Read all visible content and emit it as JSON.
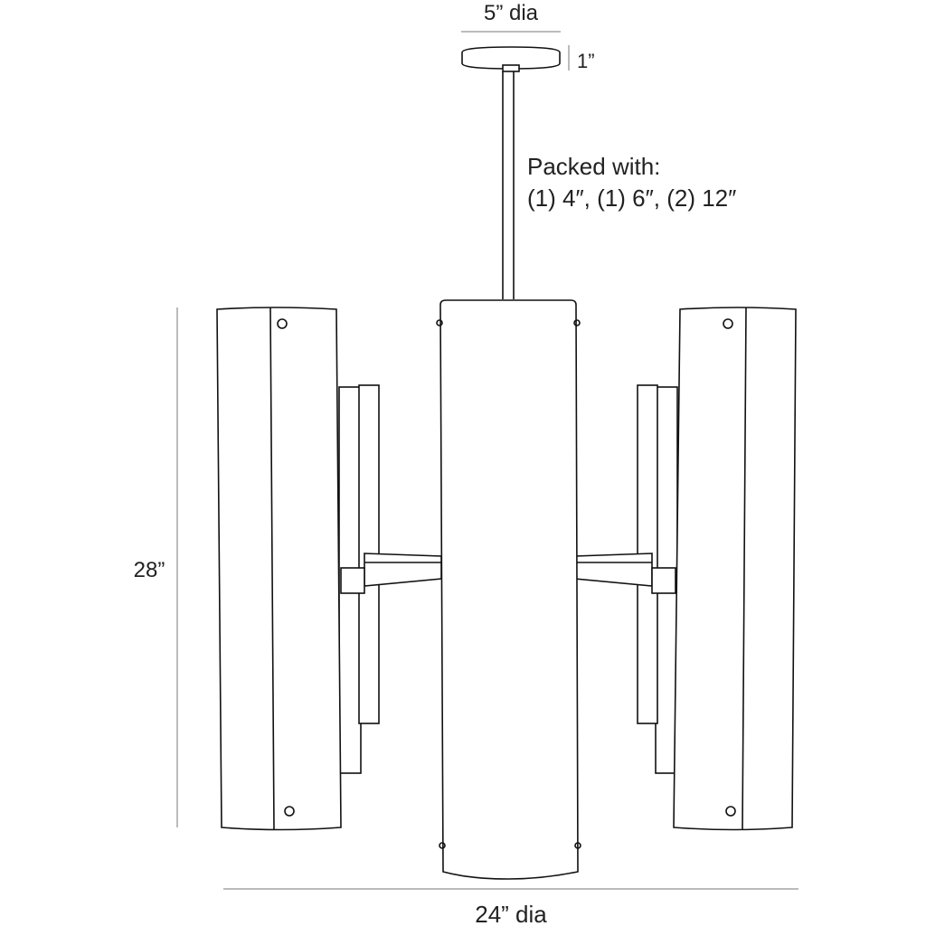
{
  "dimensions": {
    "canopy_diameter": "5” dia",
    "canopy_height": "1”",
    "overall_height": "28”",
    "overall_diameter": "24” dia"
  },
  "note": {
    "line1": "Packed with:",
    "line2": "(1) 4″, (1) 6″, (2) 12″"
  }
}
